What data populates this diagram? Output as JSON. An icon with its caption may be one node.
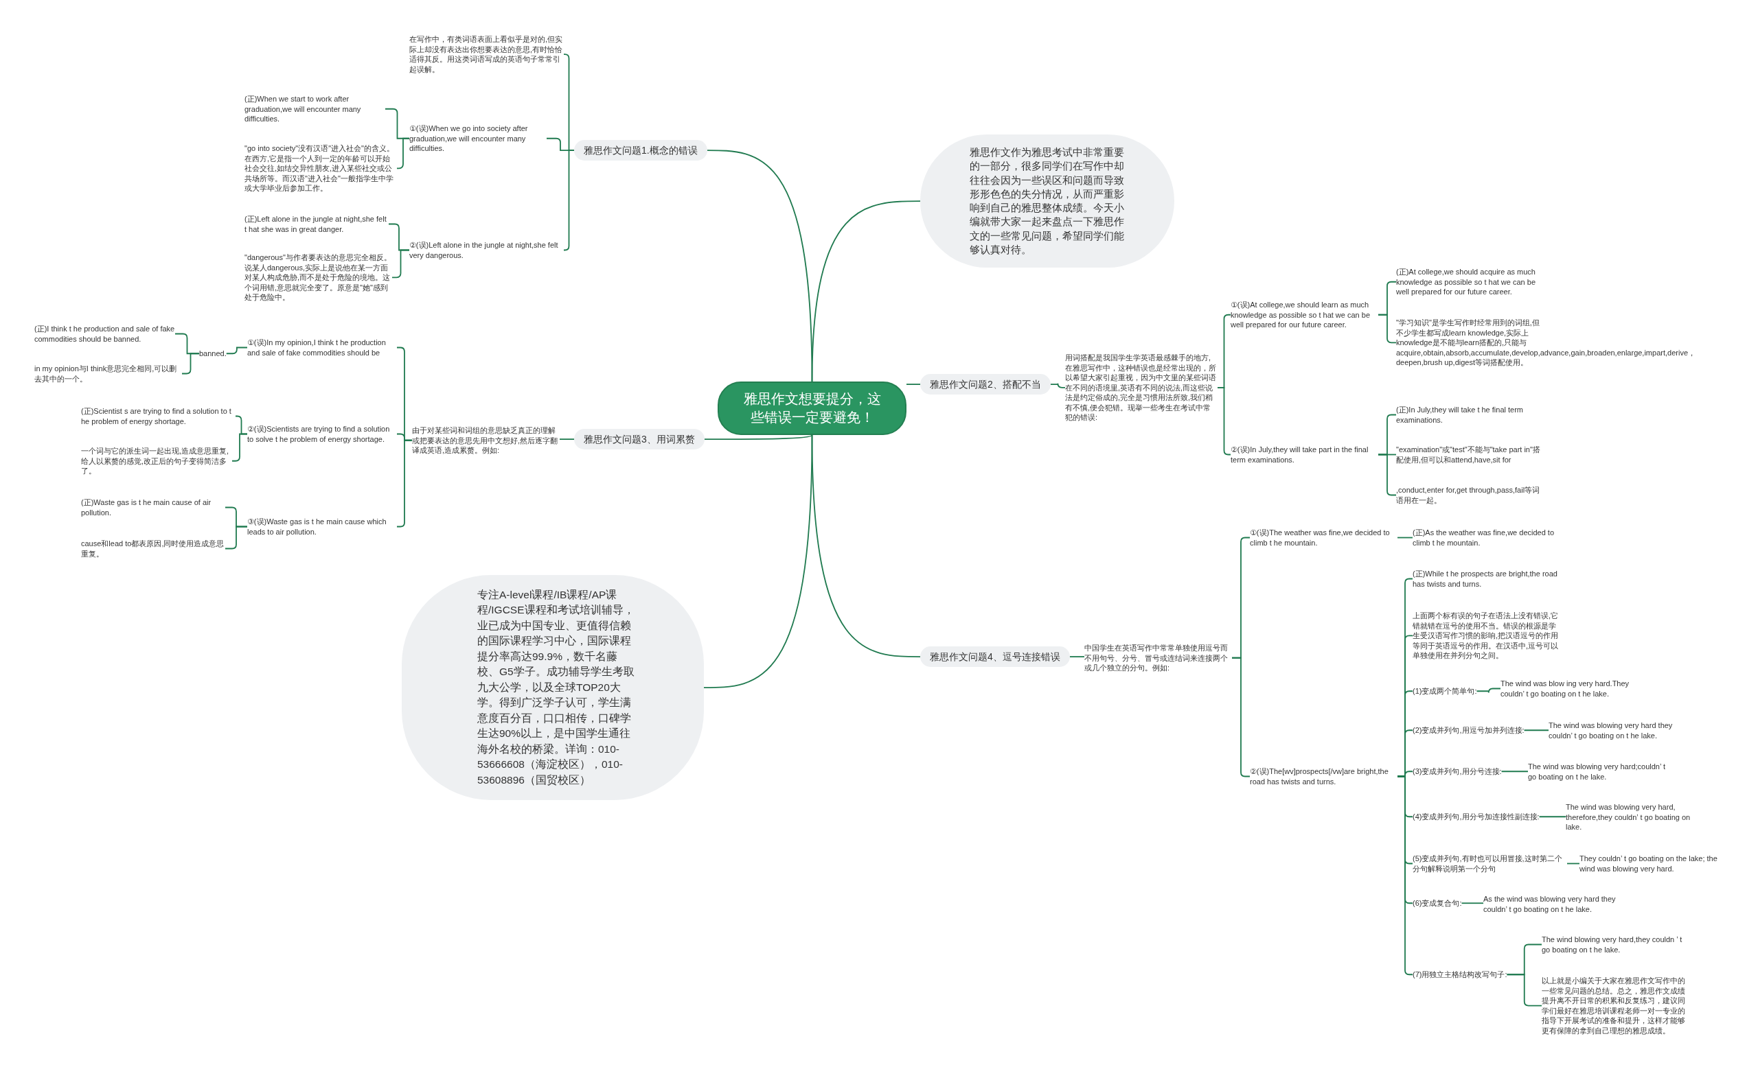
{
  "diagram": {
    "nodes": [
      {
        "text": [
          "雅思作文想要提分，这些错误一定要避免！"
        ]
      },
      {
        "text": [
          "雅思作文作为雅思考试中非常重要的一部分，很多同学们在写作中却往往会因为一些误区和问题而导致形形色色的失分情况，从而严重影响到自己的雅思整体成绩。今天小编就带大家一起来盘点一下雅思作文的一些常见问题，希望同学们能够认真对待。"
        ]
      },
      {
        "text": [
          "雅思作文问题1.概念的错误"
        ]
      },
      {
        "text": [
          "在写作中，有类词语表面上看似乎是对的,但实际上却没有表达出你想要表达的意思,有时恰恰适得其反。用这类词语写成的英语句子常常引起误解。"
        ]
      },
      {
        "text": [
          "①(误)When we go into society after graduation,we will encounter many difficulties."
        ]
      },
      {
        "text": [
          "(正)When we start to work after graduation,we will encounter many difficulties."
        ]
      },
      {
        "text": [
          "\"go into society\"没有汉语\"进入社会\"的含义。在西方,它是指一个人到一定的年龄可以开始社会交往,如结交异性朋友,进入某些社交或公共场所等。而汉语\"进入社会\"一般指学生中学或大学毕业后参加工作。"
        ]
      },
      {
        "text": [
          "②(误)Left alone in the jungle at night,she felt very dangerous."
        ]
      },
      {
        "text": [
          "(正)Left alone in the jungle at night,she felt t hat she was in great danger."
        ]
      },
      {
        "text": [
          "\"dangerous\"与作者要表达的意思完全相反。说某人dangerous,实际上是说他在某一方面对某人构成危胁,而不是处于危险的境地。这个词用错,意思就完全变了。原意是\"她\"感到处于危险中。"
        ]
      },
      {
        "text": [
          "雅思作文问题3、用词累赘"
        ]
      },
      {
        "text": [
          "由于对某些词和词组的意思缺乏真正的理解或把要表达的意思先用中文想好,然后逐字翻译成英语,造成累赘。例如:"
        ]
      },
      {
        "text": [
          "①(误)In my opinion,I think t he production and sale of fake commodities should be"
        ]
      },
      {
        "text": [
          "banned."
        ]
      },
      {
        "text": [
          "(正)I think t he production and sale of fake commodities should be banned."
        ]
      },
      {
        "text": [
          "in my opinion与I think意思完全相同,可以删去其中的一个。"
        ]
      },
      {
        "text": [
          "②(误)Scientists are trying to find a solution to solve t he problem of energy shortage."
        ]
      },
      {
        "text": [
          "(正)Scientist s are trying to find a solution to t he problem of energy shortage."
        ]
      },
      {
        "text": [
          "一个词与它的派生词一起出现,造成意思重复,给人以累赘的感觉,改正后的句子变得简洁多了。"
        ]
      },
      {
        "text": [
          "③(误)Waste gas is t he main cause which leads to air pollution."
        ]
      },
      {
        "text": [
          "(正)Waste gas is t he main cause of air pollution."
        ]
      },
      {
        "text": [
          "cause和lead to都表原因,同时使用造成意思重复。"
        ]
      },
      {
        "text": [
          "专注A-level课程/IB课程/AP课程/IGCSE课程和考试培训辅导，业已成为中国专业、更值得信赖的国际课程学习中心，国际课程提分率高达99.9%，数千名藤校、G5学子。成功辅导学生考取九大公学，以及全球TOP20大学。得到广泛学子认可，学生满意度百分百，口口相传，口碑学生达90%以上，是中国学生通往海外名校的桥梁。详询：010-53666608（海淀校区），010-53608896（国贸校区）"
        ]
      },
      {
        "text": [
          "雅思作文问题2、搭配不当"
        ]
      },
      {
        "text": [
          "用词搭配是我国学生学英语最感棘手的地方,在雅思写作中，这种错误也是经常出现的，所以希望大家引起重视，因为中文里的某些词语在不同的语境里,英语有不同的说法,而这些说法是约定俗成的,完全是习惯用法所致,我们稍有不慎,便会犯错。现举一些考生在考试中常犯的错误:"
        ]
      },
      {
        "text": [
          "①(误)At college,we should learn as much knowledge as possible so t hat we can be well prepared for our future career."
        ]
      },
      {
        "text": [
          "(正)At college,we should acquire as much knowledge as possible so t hat we can be well prepared for our future career."
        ]
      },
      {
        "text": [
          "\"学习知识\"是学生写作时经常用到的词组,但不少学生都写成learn knowledge,实际上knowledge是不能与learn搭配的,只能与acquire,obtain,absorb,accumulate,develop,advance,gain,broaden,enlarge,impart,derive，deepen,brush up,digest等词搭配使用。"
        ]
      },
      {
        "text": [
          "②(误)In July,they will take part in the final term examinations."
        ]
      },
      {
        "text": [
          "(正)In July,they will take t he final term examinations."
        ]
      },
      {
        "text": [
          "\"examination\"或\"test\"不能与\"take part in\"搭配使用,但可以和attend,have,sit for"
        ]
      },
      {
        "text": [
          ",conduct,enter for,get through,pass,fail等词语用在一起。"
        ]
      },
      {
        "text": [
          "雅思作文问题4、逗号连接错误"
        ]
      },
      {
        "text": [
          "中国学生在英语写作中常常单独使用逗号而不用句号、分号、冒号或连结词来连接两个或几个独立的分句。例如:"
        ]
      },
      {
        "text": [
          "①(误)The weather was fine,we decided to climb t he mountain."
        ]
      },
      {
        "text": [
          "(正)As the weather was fine,we decided to climb t he mountain."
        ]
      },
      {
        "text": [
          "②(误)The[wv]prospects[/vw]are bright,the road has twists and turns."
        ]
      },
      {
        "text": [
          "(正)While t he prospects are bright,the road has twists and turns."
        ]
      },
      {
        "text": [
          "上面两个标有误的句子在语法上没有错误,它错就错在逗号的使用不当。错误的根源是学生受汉语写作习惯的影响,把汉语逗号的作用等同于英语逗号的作用。在汉语中,逗号可以单独使用在并列分句之间。"
        ]
      },
      {
        "text": [
          "(1)变成两个简单句:"
        ]
      },
      {
        "text": [
          "The wind was blow ing very hard.They couldn’ t go boating on t he lake."
        ]
      },
      {
        "text": [
          "(2)变成并列句,用逗号加并列连接:"
        ]
      },
      {
        "text": [
          "The wind was blowing very hard they couldn’ t go boating on t he lake."
        ]
      },
      {
        "text": [
          "(3)变成并列句,用分号连接:"
        ]
      },
      {
        "text": [
          "The wind was blowing very hard;couldn’ t go boating on t he lake."
        ]
      },
      {
        "text": [
          "(4)变成并列句,用分号加连接性副连接:"
        ]
      },
      {
        "text": [
          "The wind was blowing very hard, therefore,they couldn’ t go boating on lake."
        ]
      },
      {
        "text": [
          "(5)变成并列句,有时也可以用冒接,这时第二个分句解释说明第一个分句"
        ]
      },
      {
        "text": [
          "They couldn’ t go boating on the lake; the wind was blowing very hard."
        ]
      },
      {
        "text": [
          "(6)变成复合句:"
        ]
      },
      {
        "text": [
          "As the wind was blowing very hard they couldn’ t go boating on t he lake."
        ]
      },
      {
        "text": [
          "(7)用独立主格结构改写句子:"
        ]
      },
      {
        "text": [
          "The wind blowing very hard,they couldn ’ t go boating on t he lake."
        ]
      },
      {
        "text": [
          "以上就是小编关于大家在雅思作文写作中的一些常见问题的总结。总之，雅思作文成绩提升离不开日常的积累和反复练习，建议同学们最好在雅思培训课程老师一对一专业的指导下开展考试的准备和提升，这样才能够更有保障的拿到自己理想的雅思成绩。"
        ]
      }
    ],
    "edges": [
      {
        "from": 0,
        "to": 1,
        "arrow": "none"
      },
      {
        "from": 0,
        "to": 2,
        "arrow": "none"
      },
      {
        "from": 0,
        "to": 10,
        "arrow": "none"
      },
      {
        "from": 0,
        "to": 22,
        "arrow": "none"
      },
      {
        "from": 0,
        "to": 23,
        "arrow": "none"
      },
      {
        "from": 0,
        "to": 32,
        "arrow": "none"
      },
      {
        "from": 2,
        "to": 3,
        "arrow": "none"
      },
      {
        "from": 2,
        "to": 4,
        "arrow": "none"
      },
      {
        "from": 2,
        "to": 7,
        "arrow": "none"
      },
      {
        "from": 4,
        "to": 5,
        "arrow": "none"
      },
      {
        "from": 4,
        "to": 6,
        "arrow": "none"
      },
      {
        "from": 7,
        "to": 8,
        "arrow": "none"
      },
      {
        "from": 7,
        "to": 9,
        "arrow": "none"
      },
      {
        "from": 10,
        "to": 11,
        "arrow": "none"
      },
      {
        "from": 11,
        "to": 12,
        "arrow": "none"
      },
      {
        "from": 11,
        "to": 16,
        "arrow": "none"
      },
      {
        "from": 11,
        "to": 19,
        "arrow": "none"
      },
      {
        "from": 12,
        "to": 13,
        "arrow": "none"
      },
      {
        "from": 13,
        "to": 14,
        "arrow": "none"
      },
      {
        "from": 13,
        "to": 15,
        "arrow": "none"
      },
      {
        "from": 16,
        "to": 17,
        "arrow": "none"
      },
      {
        "from": 16,
        "to": 18,
        "arrow": "none"
      },
      {
        "from": 19,
        "to": 20,
        "arrow": "none"
      },
      {
        "from": 19,
        "to": 21,
        "arrow": "none"
      },
      {
        "from": 23,
        "to": 24,
        "arrow": "none"
      },
      {
        "from": 24,
        "to": 25,
        "arrow": "none"
      },
      {
        "from": 24,
        "to": 28,
        "arrow": "none"
      },
      {
        "from": 25,
        "to": 26,
        "arrow": "none"
      },
      {
        "from": 25,
        "to": 27,
        "arrow": "none"
      },
      {
        "from": 28,
        "to": 29,
        "arrow": "none"
      },
      {
        "from": 28,
        "to": 30,
        "arrow": "none"
      },
      {
        "from": 28,
        "to": 31,
        "arrow": "none"
      },
      {
        "from": 32,
        "to": 33,
        "arrow": "none"
      },
      {
        "from": 33,
        "to": 34,
        "arrow": "none"
      },
      {
        "from": 33,
        "to": 36,
        "arrow": "none"
      },
      {
        "from": 34,
        "to": 35,
        "arrow": "none"
      },
      {
        "from": 36,
        "to": 37,
        "arrow": "none"
      },
      {
        "from": 36,
        "to": 38,
        "arrow": "none"
      },
      {
        "from": 36,
        "to": 39,
        "arrow": "none"
      },
      {
        "from": 36,
        "to": 41,
        "arrow": "none"
      },
      {
        "from": 36,
        "to": 43,
        "arrow": "none"
      },
      {
        "from": 36,
        "to": 45,
        "arrow": "none"
      },
      {
        "from": 36,
        "to": 47,
        "arrow": "none"
      },
      {
        "from": 36,
        "to": 49,
        "arrow": "none"
      },
      {
        "from": 36,
        "to": 51,
        "arrow": "none"
      },
      {
        "from": 39,
        "to": 40,
        "arrow": "none"
      },
      {
        "from": 41,
        "to": 42,
        "arrow": "none"
      },
      {
        "from": 43,
        "to": 44,
        "arrow": "none"
      },
      {
        "from": 45,
        "to": 46,
        "arrow": "none"
      },
      {
        "from": 47,
        "to": 48,
        "arrow": "none"
      },
      {
        "from": 49,
        "to": 50,
        "arrow": "none"
      },
      {
        "from": 51,
        "to": 52,
        "arrow": "none"
      },
      {
        "from": 51,
        "to": 53,
        "arrow": "none"
      }
    ]
  }
}
